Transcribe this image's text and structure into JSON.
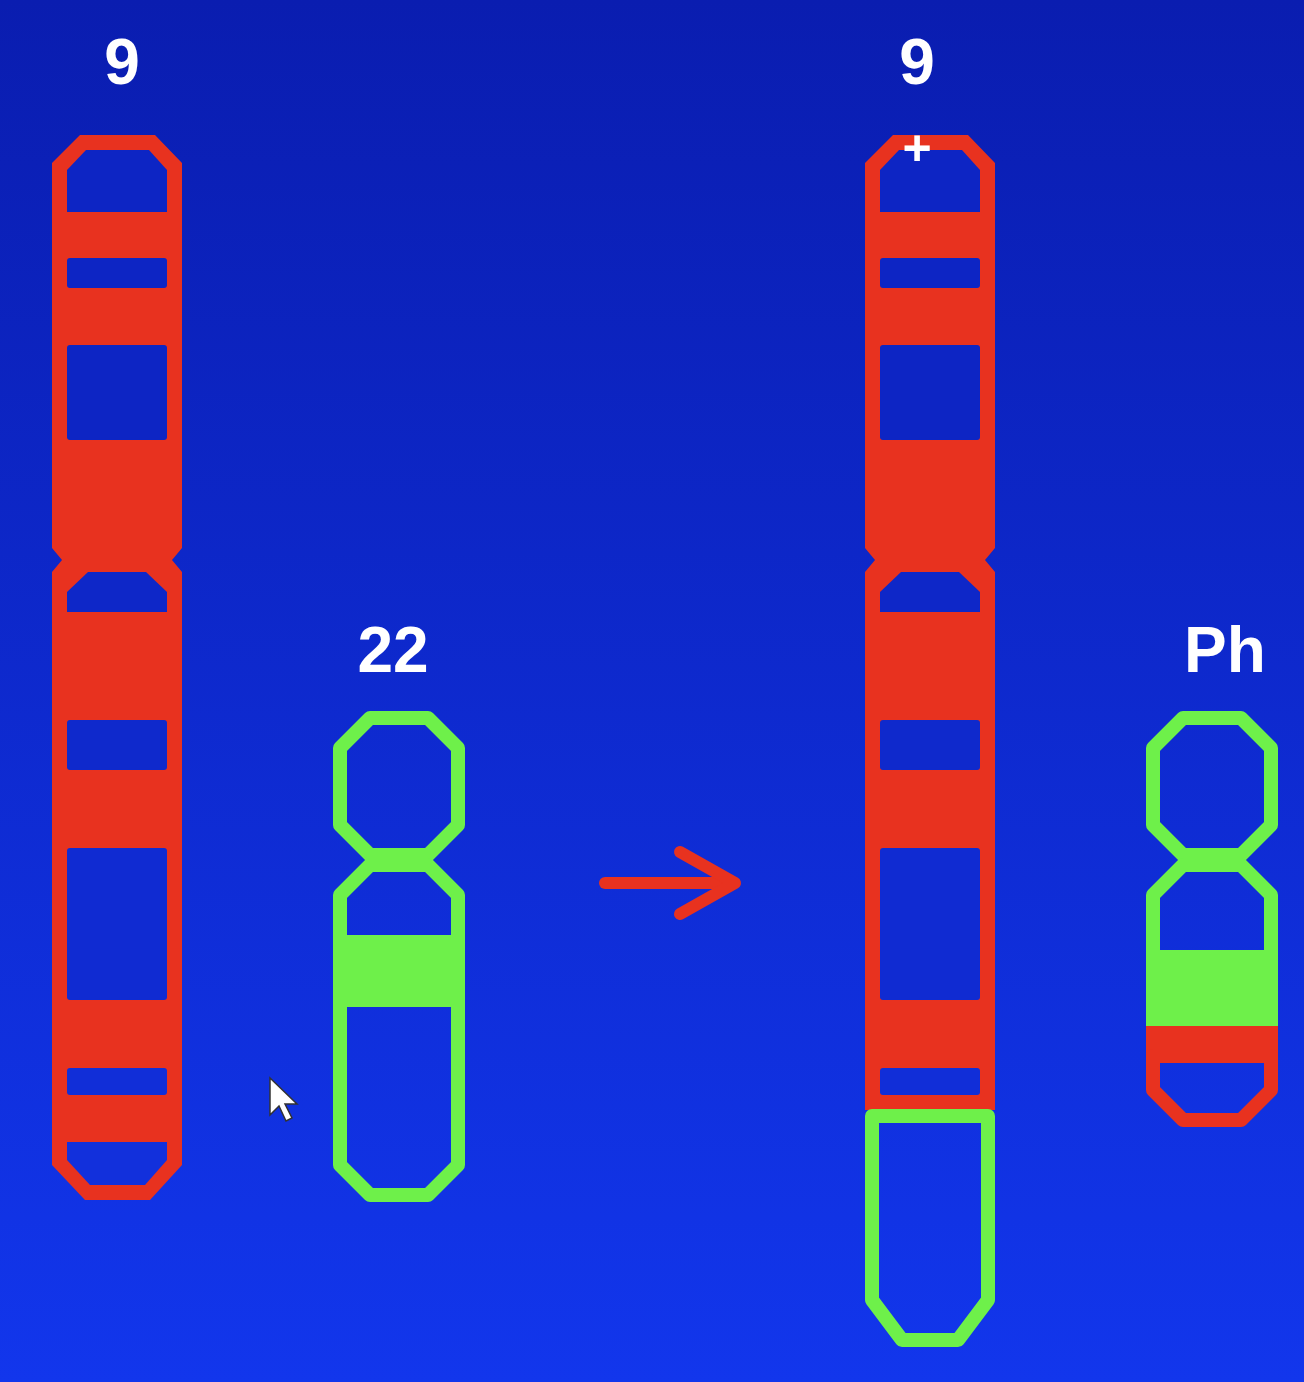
{
  "diagram": {
    "labels": [
      "9",
      "22",
      "9",
      "+",
      "Ph"
    ]
  }
}
